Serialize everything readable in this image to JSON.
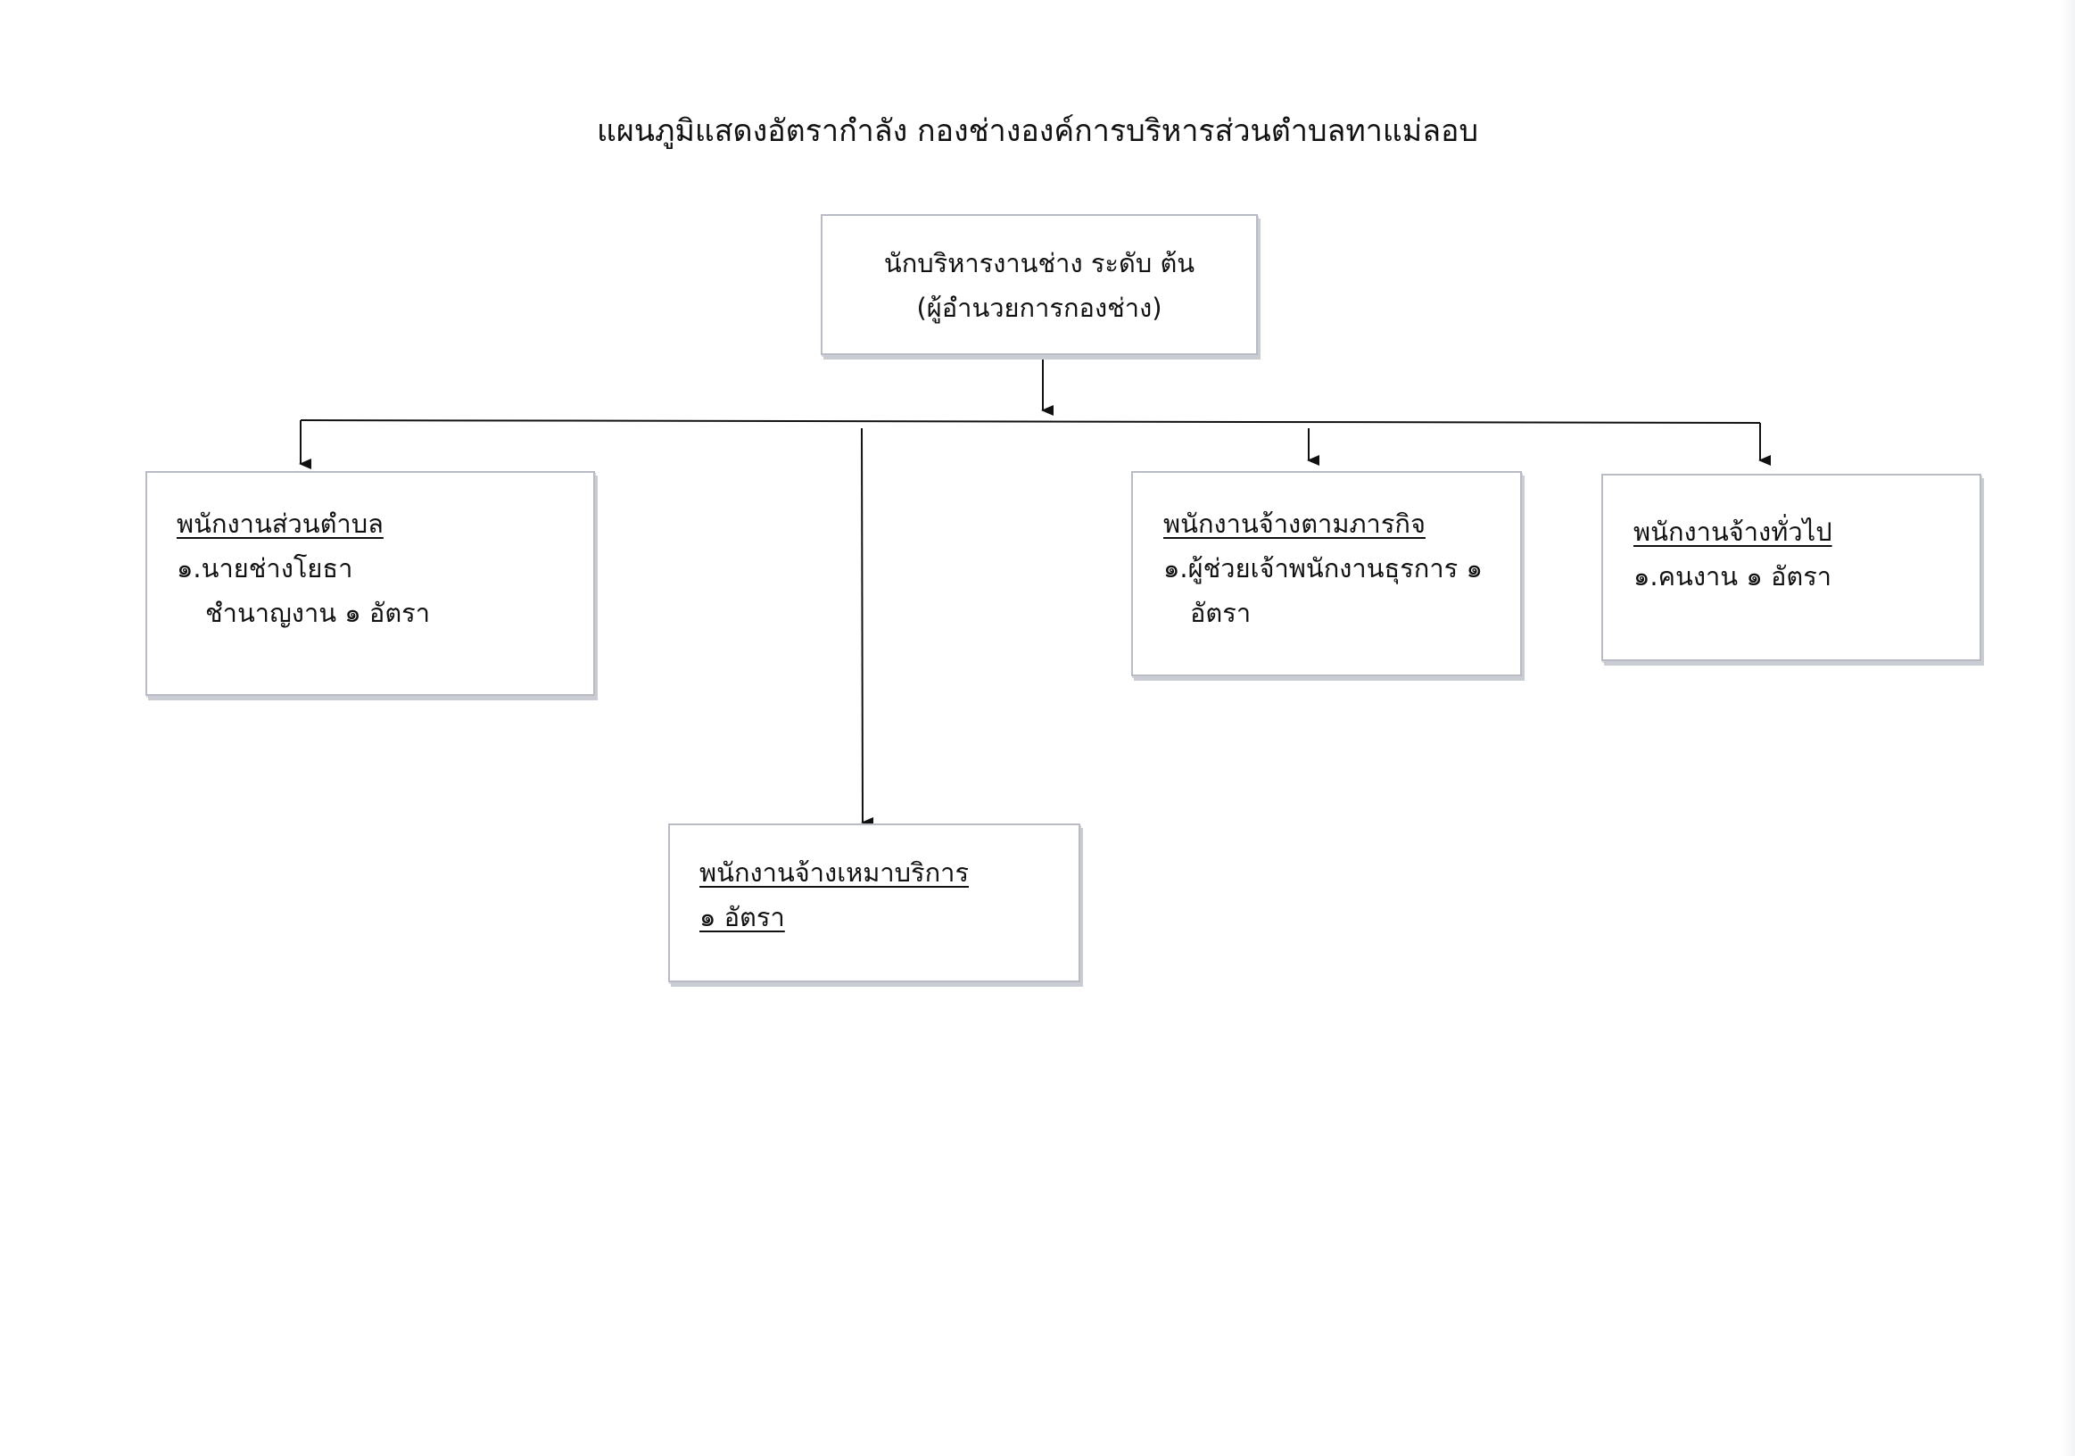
{
  "title": "แผนภูมิแสดงอัตรากำลัง กองช่างองค์การบริหารส่วนตำบลทาแม่ลอบ",
  "top_box": {
    "line1": "นักบริหารงานช่าง ระดับ ต้น",
    "line2": "(ผู้อำนวยการกองช่าง)"
  },
  "staff_box": {
    "heading": "พนักงานส่วนตำบล",
    "line1": "๑.นายช่างโยธา",
    "line2": "ชำนาญงาน ๑ อัตรา"
  },
  "mission_box": {
    "heading": "พนักงานจ้างตามภารกิจ",
    "line1": "๑.ผู้ช่วยเจ้าพนักงานธุรการ ๑",
    "line2": "อัตรา"
  },
  "general_box": {
    "heading": "พนักงานจ้างทั่วไป",
    "line1": "๑.คนงาน ๑ อัตรา"
  },
  "service_box": {
    "heading": "พนักงานจ้างเหมาบริการ",
    "line1": "๑ อัตรา"
  }
}
